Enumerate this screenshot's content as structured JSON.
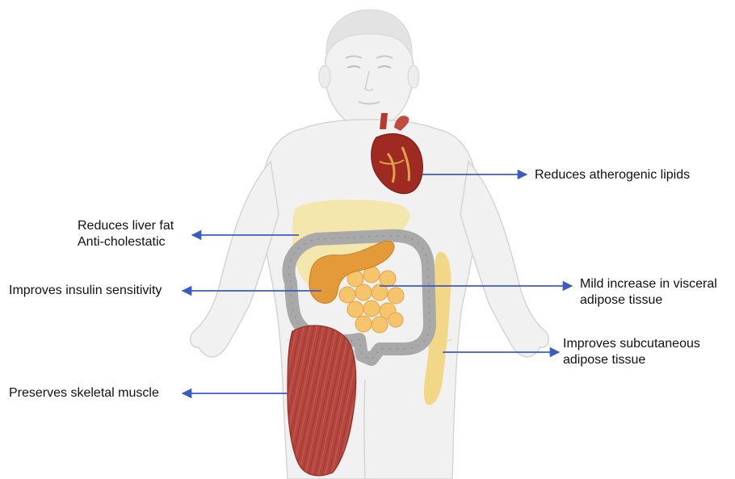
{
  "colors": {
    "arrow": "#3b5bc4",
    "body_fill": "#f1f1f1",
    "body_outline": "#d5d5d5",
    "liver": "#f3e6a6",
    "subcutaneous_fat": "#f2d786",
    "visceral_fat": "#f6c46b",
    "pancreas": "#e59a3a",
    "intestine": "#a9a9a9",
    "muscle": "#b4463e",
    "heart": "#9e2a22"
  },
  "annotations": {
    "heart": {
      "text": "Reduces atherogenic lipids"
    },
    "liver": {
      "line1": "Reduces liver fat",
      "line2": "Anti-cholestatic"
    },
    "pancreas": {
      "text": "Improves insulin sensitivity"
    },
    "visceral": {
      "line1": "Mild increase in visceral",
      "line2": "adipose tissue"
    },
    "subcutaneous": {
      "line1": "Improves subcutaneous",
      "line2": "adipose tissue"
    },
    "muscle": {
      "text": "Preserves skeletal muscle"
    }
  }
}
